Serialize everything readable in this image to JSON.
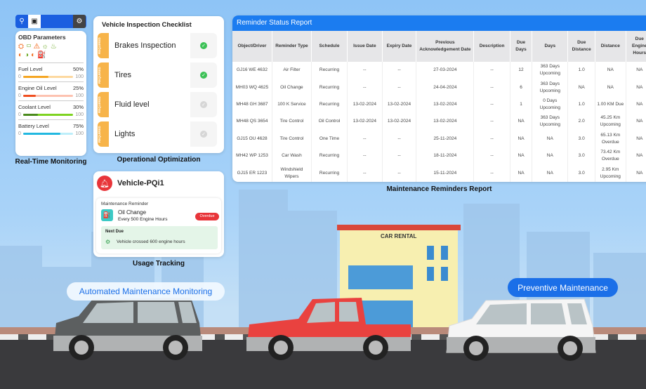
{
  "monitor": {
    "caption": "Real-Time Monitoring",
    "title": "OBD Parameters",
    "icons": [
      "engine-icon",
      "battery-icon",
      "warning-icon",
      "headlight-icon",
      "coolant-icon",
      "fog-light-icon",
      "high-beam-icon",
      "rear-fog-icon",
      "oil-icon"
    ],
    "levels": [
      {
        "label": "Fuel Level",
        "value": "50%",
        "pct": 50,
        "min": "0",
        "max": "100",
        "color": "#f5a623",
        "track": "#fdd9a0"
      },
      {
        "label": "Engine Oil Level",
        "value": "25%",
        "pct": 25,
        "min": "0",
        "max": "100",
        "color": "#f04e1f",
        "track": "#fdc2b0"
      },
      {
        "label": "Coolant Level",
        "value": "30%",
        "pct": 30,
        "min": "0",
        "max": "100",
        "color": "#4a8a1c",
        "track": "#7ed321"
      },
      {
        "label": "Battery Level",
        "value": "75%",
        "pct": 75,
        "min": "0",
        "max": "100",
        "color": "#22b8e0",
        "track": "#bdeefa"
      }
    ]
  },
  "checklist": {
    "title": "Vehicle Inspection Checklist",
    "caption": "Operational Optimization",
    "badge": "REQUIRED",
    "items": [
      {
        "label": "Brakes Inspection",
        "done": true
      },
      {
        "label": "Tires",
        "done": true
      },
      {
        "label": "Fluid level",
        "done": false
      },
      {
        "label": "Lights",
        "done": false
      }
    ]
  },
  "usage": {
    "caption": "Usage Tracking",
    "vehicle": "Vehicle-PQi1",
    "section": "Maintenance Reminder",
    "task": "Oil Change",
    "interval": "Every 500 Engine Hours",
    "status": "Overdue",
    "next_label": "Next Due",
    "next_text": "Vehicle crossed 600 engine hours"
  },
  "report": {
    "title": "Reminder Status Report",
    "caption": "Maintenance Reminders Report",
    "columns": [
      "Object/Driver",
      "Reminder Type",
      "Schedule",
      "Issue Date",
      "Expiry Date",
      "Previous Acknowledgement Date",
      "Description",
      "Due Days",
      "Days",
      "Due Distance",
      "Distance",
      "Due Engine Hours"
    ],
    "rows": [
      [
        "GJ16 WE 4632",
        "Air Filter",
        "Recurring",
        "--",
        "--",
        "27-03-2024",
        "--",
        "12",
        "363 Days Upcoming",
        "1.0",
        "NA",
        "NA"
      ],
      [
        "MH03 WQ 4625",
        "Oil Change",
        "Recurring",
        "--",
        "--",
        "24-04-2024",
        "--",
        "6",
        "363 Days Upcoming",
        "NA",
        "NA",
        "NA"
      ],
      [
        "MH48 GH 3687",
        "100 K Service",
        "Recurring",
        "13-02-2024",
        "13-02-2024",
        "13-02-2024",
        "--",
        "1",
        "0 Days Upcoming",
        "1.0",
        "1.00 KM Due",
        "NA"
      ],
      [
        "MH48 QS 3654",
        "Tire Control",
        "Oil Control",
        "13-02-2024",
        "13-02-2024",
        "13-02-2024",
        "--",
        "NA",
        "363 Days Upcoming",
        "2.0",
        "45.25 Km Upcoming",
        "NA"
      ],
      [
        "GJ15 OU 4628",
        "Tire Control",
        "One Time",
        "--",
        "--",
        "25-11-2024",
        "--",
        "NA",
        "NA",
        "3.0",
        "65.13 Km Overdue",
        "NA"
      ],
      [
        "MH42 WP 1253",
        "Car Wash",
        "Recurring",
        "--",
        "--",
        "18-11-2024",
        "--",
        "NA",
        "NA",
        "3.0",
        "73.42 Km Overdue",
        "NA"
      ],
      [
        "GJ15 ER 1223",
        "Windshield Wipers",
        "Recurring",
        "--",
        "--",
        "15-11-2024",
        "--",
        "NA",
        "NA",
        "3.0",
        "2.95 Km Upcoming",
        "NA"
      ]
    ]
  },
  "scene": {
    "building_sign": "CAR RENTAL",
    "pill_left": "Automated Maintenance Monitoring",
    "pill_right": "Preventive Maintenance"
  },
  "colors": {
    "accent": "#1b6fe8",
    "ok": "#3cc156",
    "overdue": "#e8353a"
  }
}
